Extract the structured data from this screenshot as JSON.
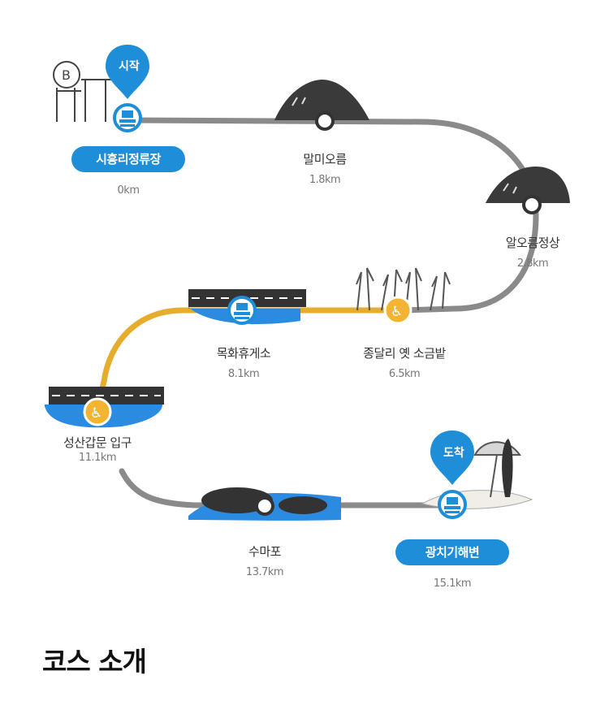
{
  "route": {
    "stops": [
      {
        "name": "시흥리정류장",
        "distance": "0km",
        "style": "pill"
      },
      {
        "name": "말미오름",
        "distance": "1.8km",
        "style": "plain"
      },
      {
        "name": "알오름정상",
        "distance": "2.8km",
        "style": "plain"
      },
      {
        "name": "종달리 옛 소금밭",
        "distance": "6.5km",
        "style": "plain"
      },
      {
        "name": "목화휴게소",
        "distance": "8.1km",
        "style": "plain"
      },
      {
        "name": "성산갑문 입구",
        "distance": "11.1km",
        "style": "plain"
      },
      {
        "name": "수마포",
        "distance": "13.7km",
        "style": "plain"
      },
      {
        "name": "광치기해변",
        "distance": "15.1km",
        "style": "pill"
      }
    ],
    "start_marker": "시작",
    "end_marker": "도착",
    "colors": {
      "path_gray": "#8a8a8a",
      "path_highlight": "#e6ac2e",
      "accent_blue": "#1f8ed8",
      "wheelchair_yellow": "#f3b531"
    }
  },
  "section": {
    "title": "코스 소개"
  }
}
